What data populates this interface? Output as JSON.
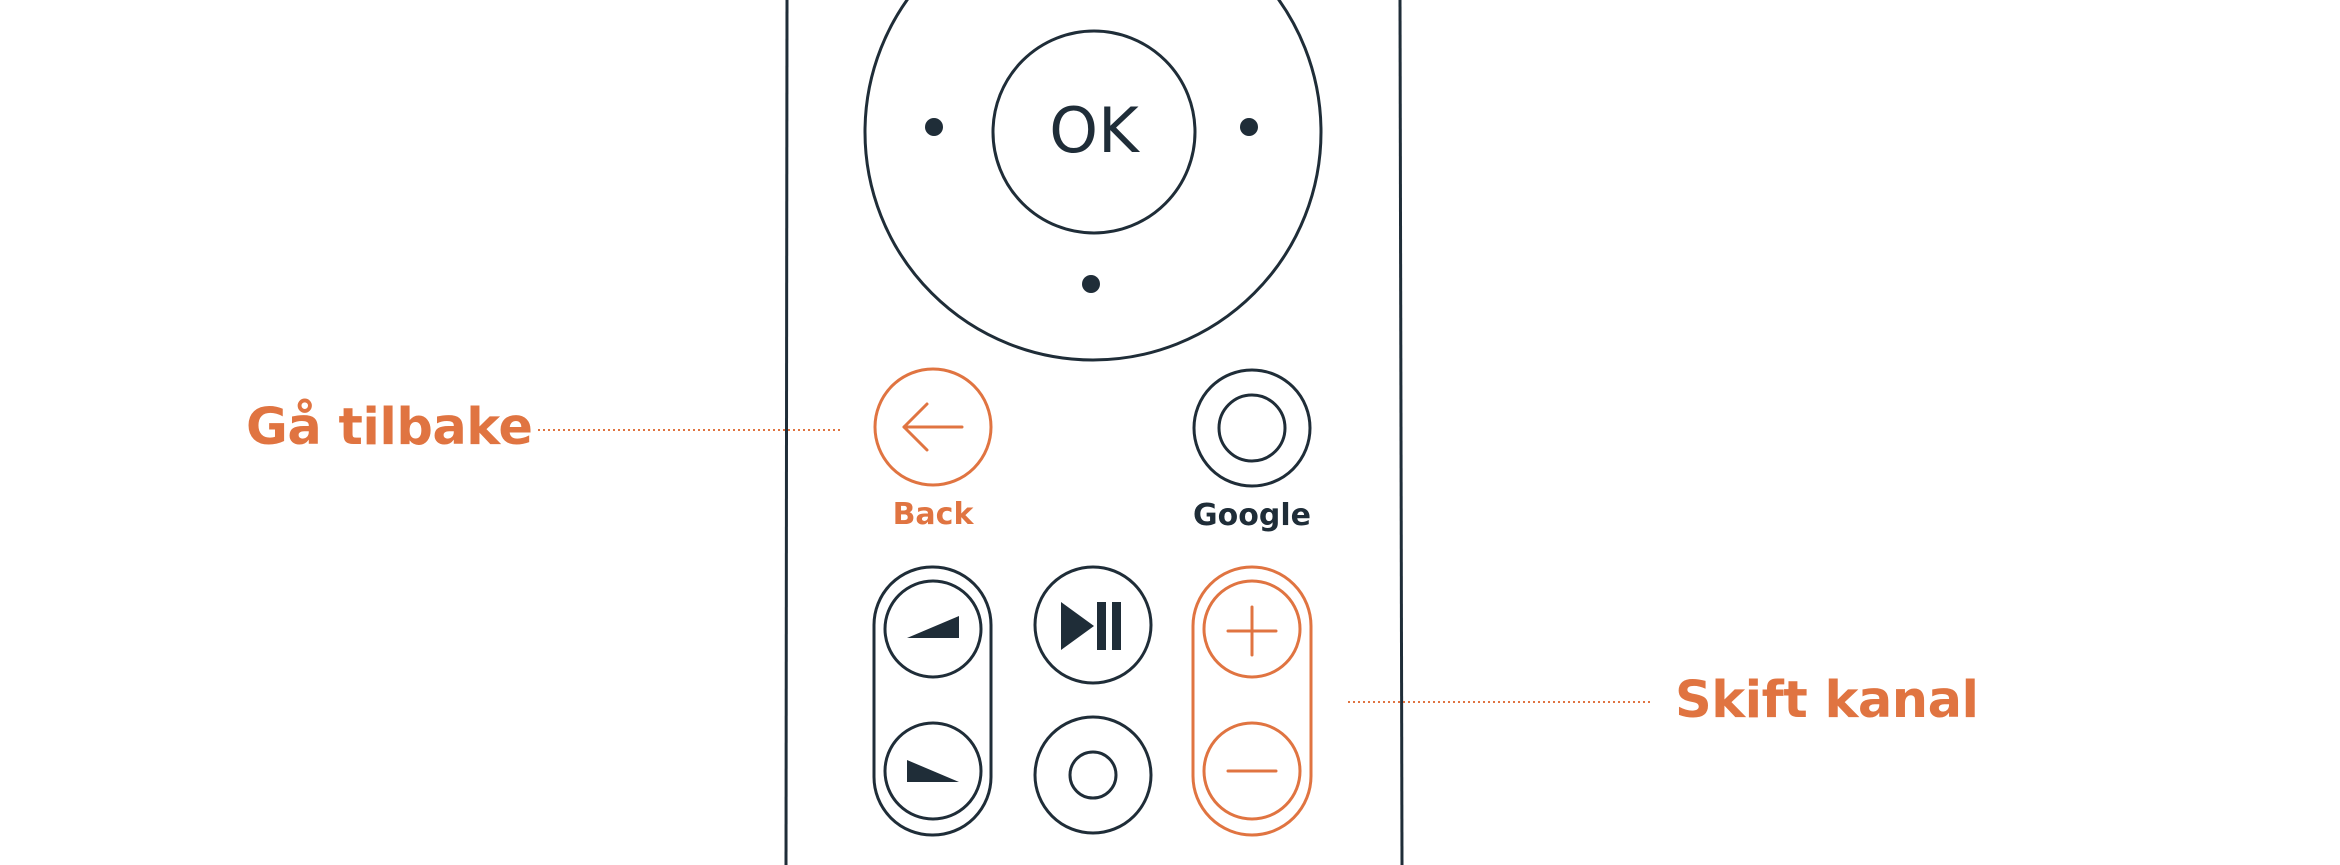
{
  "colors": {
    "accent": "#e07441",
    "ink": "#1f2d38",
    "background": "#ffffff"
  },
  "callouts": {
    "back": "Gå tilbake",
    "channel": "Skift kanal"
  },
  "remote": {
    "dpad_center_label": "OK",
    "back_label": "Back",
    "google_label": "Google"
  },
  "icons": {
    "back": "arrow-left-icon",
    "google": "circle-icon",
    "volume_up": "volume-up-wedge-icon",
    "volume_down": "volume-down-wedge-icon",
    "play_pause": "play-pause-icon",
    "record": "circle-icon",
    "channel_up": "plus-icon",
    "channel_down": "minus-icon"
  },
  "highlighted": [
    "back-button",
    "channel-rocker"
  ]
}
